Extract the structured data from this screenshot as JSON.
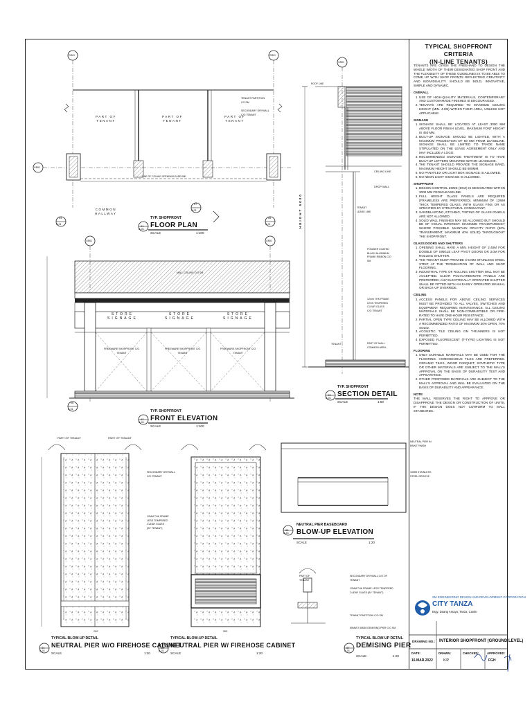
{
  "criteria": {
    "title_line1": "TYPICAL SHOPFRONT CRITERIA",
    "title_line2": "(IN-LINE TENANTS)",
    "intro": "TENANTS ARE GIVEN THE FREEHAND TO DESIGN THE WHOLE WIDTH OF THEIR DESIGNATED SHOP FRONT AND THE FLEXIBILITY OF THESE GUIDELINES IS TO BE ABLE TO COME UP WITH SHOP FRONTS REFLECTING CREATIVITY AND INDIVIDUALITY. SHOULD BE BOLD, INNOVATIVE, SIMPLE AND DYNAMIC.",
    "overall_h": "OVERALL",
    "overall": [
      "USE OF HIGH-QUALITY MATERIALS, CONTEMPORARY AND CUSTOM-MADE FINISHES IS ENCOURAGED.",
      "TENANTS ARE REQUIRED TO MAXIMIZE CEILING HEIGHT (MIN. 4.0M) WITHIN THEIR AREA, UNLESS NOT APPLICABLE."
    ],
    "signage_h": "SIGNAGE",
    "signage": [
      "SIGNAGE SHALL BE LOCATED AT LEAST 3000 MM ABOVE FLOOR FINISH LEVEL. MAXIMUM FONT HEIGHT IS 450 MM.",
      "BUILT-UP SIGNAGE SHOULD BE LIGHTED, WITH A MAXIMUM PROJECTION OF 50 MM FROM LEASELINE. SIGNAGE SHALL BE LIMITED TO TRADE NAME STIPULATED ON THE LEASE AGREEMENT ONLY AND MAY INCLUDE A LOGO.",
      "RECOMMENDED SIGNAGE TREATMENT IS TO HAVE BUILT-UP LETTERS MOUNTED WITHIN LEASELINE.",
      "THE TENANT SHOULD PROVIDE THE SIGNAGE BAND, MAXIMUM HEIGHT SHOULD BE 600MM.",
      "NO PANAFLEX OR LIGHT BOX SIGNAGE IS ALLOWED.",
      "NO NEON LIGHT SIGNAGE IS ALLOWED."
    ],
    "shopfront_h": "SHOPFRONT",
    "shopfront": [
      "DESIGN CONTROL ZONE (DCZ) IS DESIGNATED WITHIN 3000 MM FROM LEASELINE.",
      "FULL HEIGHT GLASS PANELS ARE REQUIRED (FRAMELESS ARE PREFERRED). MINIMUM OF 12MM THICK TEMPERED GLASS, WITH GLASS FINS OR AS SPECIFIED BY STRUCTURAL CONSULTANT.",
      "SANDBLASTING, ETCHING, TINTING OF GLASS PANELS ARE NOT ALLOWED.",
      "SOLID WALL FINISHES MAY BE ALLOWED BUT SHOULD BE OF VISUAL INTEREST. MAXIMIZE TRANSPARENCY WHERE POSSIBLE. MAINTAIN OPACITY RATIO (60% TRANSPARENT, MAXIMUM 40% SOLID) THROUGHOUT THE SHOPFRONT."
    ],
    "doors_h": "GLASS DOORS AND SHUTTERS",
    "doors": [
      "OPENING SHALL HAVE A MIN. HEIGHT OF 2.40M FOR DOUBLE OF SINGLE LEAF PIVOT DOORS OR 3.0M FOR ROLLING SHUTTER.",
      "THE TENANT MUST PROVIDE 3-5 MM STAINLESS STEEL STRIP AT THE TERMINATION OF WALL AND SHOP FLOORING.",
      "INDUSTRIAL TYPE OF ROLLING SHUTTER WILL NOT BE ACCEPTED. CLEAR POLYCARBONATE PANELS ARE PREFERRED. ANY ELECTRICALLY OPERATED SHUTTER SHALL BE FITTED WITH AN EASILY OPERATED MANUAL OR BACK-UP OVERRIDE."
    ],
    "ceiling_h": "CEILING",
    "ceiling": [
      "ACCESS PANELS FOR ABOVE CEILING SERVICES MUST BE PROVIDED TO ALL VALVES, SWITCHES AND EQUIPMENT REQUIRING MAINTENANCE. ALL CEILING MATERIALS SHALL BE NON-COMBUSTIBLE OR FIRE-RATED TO HAVE ONE-HOUR RESISTANCE.",
      "PARTIAL OPEN TYPE CEILING MAY BE ALLOWED WITH A RECOMMENDED RATIO OF MAXIMUM 30% OPEN, 70% SOLID.",
      "ACOUSTIC TILE CEILING ON T-RUNNERS IS NOT PERMITTED.",
      "EXPOSED FLUORESCENT (T-TYPE) LIGHTING IS NOT PERMITTED."
    ],
    "flooring_h": "FLOORING",
    "flooring": [
      "ONLY DURABLE MATERIALS MAY BE USED FOR THE FLOORING. HOMOGENOUS TILES ARE PREFERRED. CERAMIC TILES, WOOD PARQUET, SYNTHETIC TYPE OR OTHER MATERIALS ARE SUBJECT TO THE MALL'S APPROVAL ON THE BASIS OF DURABILITY TEST AND APPEARANCE.",
      "OTHER PROPOSED MATERIALS ARE SUBJECT TO THE MALL'S APPROVAL AND WILL BE EVALUATED ON THE BASIS OF DURABILITY AND APPEARANCE."
    ],
    "note_h": "NOTE:",
    "note": "THE MALL RESERVES THE RIGHT TO APPROVE OR DISAPPROVE THE DESIGN OR CONSTRUCTION OF UNITS, IF THE DESIGN DOES NOT CONFORM TO MALL STANDARDS."
  },
  "title_block": {
    "company": "SM ENGINEERING DESIGN AND DEVELOPMENT CORPORATION",
    "project": "CITY TANZA",
    "address": "Brgy. Daang Amaya, Tanza, Cavite",
    "drawing_no_label": "DRAWING NO.:",
    "drawing_title": "INTERIOR SHOPFRONT (GROUND LEVEL)",
    "date_label": "DATE:",
    "date": "16.MAR.2022",
    "drawn_label": "DRAWN:",
    "drawn": "KIP",
    "checked_label": "CHECKED:",
    "approved_label": "APPROVED:",
    "approved": "FGH"
  },
  "views": {
    "floor_plan": {
      "num": "01",
      "sheet": "A-01",
      "type": "TYP. SHOPFRONT",
      "name": "FLOOR PLAN",
      "scale": "SCALE",
      "ratio": "1:100"
    },
    "front_elev": {
      "num": "02",
      "sheet": "A-01",
      "type": "TYP. SHOPFRONT",
      "name": "FRONT ELEVATION",
      "scale": "SCALE",
      "ratio": "1:100"
    },
    "section": {
      "num": "03",
      "sheet": "A-01",
      "type": "TYP. SHOPFRONT",
      "name": "SECTION DETAIL",
      "scale": "SCALE",
      "ratio": "1:50"
    },
    "pier_wo": {
      "num": "04",
      "sheet": "A-01",
      "type": "TYPICAL BLOW-UP DETAIL",
      "name": "NEUTRAL PIER W/O FIREHOSE CABINET",
      "scale": "SCALE",
      "ratio": "1:20"
    },
    "pier_w": {
      "num": "05",
      "sheet": "A-01",
      "type": "TYPICAL BLOW-UP DETAIL",
      "name": "NEUTRAL PIER W/ FIREHOSE CABINET",
      "scale": "SCALE",
      "ratio": "1:20"
    },
    "blowup": {
      "num": "06",
      "sheet": "A-01",
      "type": "NEUTRAL PIER BASEBOARD",
      "name": "BLOW-UP ELEVATION",
      "scale": "SCALE",
      "ratio": "1:20"
    },
    "demising": {
      "num": "07",
      "sheet": "A-01",
      "type": "TYPICAL BLOW-UP DETAIL",
      "name": "DEMISING PIER",
      "scale": "SCALE",
      "ratio": "1:20"
    }
  },
  "plan_labels": {
    "grid": "GRID",
    "part_of_tenant": "PART OF\nTENANT",
    "common_hallway": "COMMON\nHALLWAY",
    "tenant_partition": "TENANT PARTITION\nCO SM",
    "secondary_drywall": "SECONDARY DRYWALL\nC/O TENANT",
    "leaseline": "LINE OF CEILING OPENING/LEASELINE",
    "d04": "04",
    "d05": "05",
    "d06": "06",
    "d07": "07",
    "a01": "A-01"
  },
  "elev_labels": {
    "store_signage": "STORE\nSIGNAGE",
    "freeware": "FREEWARE SHOPFRONT C/O\nTENANT",
    "ceiling_note": "MALL CEILING C/O SM"
  },
  "section_labels": {
    "roof_line": "ROOF LINE",
    "ceiling_line": "CEILING LINE",
    "drop_wall": "DROP WALL",
    "tenant_leaseline": "TENANT\nLEASE LINE",
    "powder_coated": "POWDER COATED\nBLACK ALUMINUM\nFRAME RIBBON C/O\nSM",
    "glass": "12mm THK FRAME\nLESS TEMPERED\nCLEAR GLASS\nC/O TENANT",
    "tenant_lbl": "TENANT",
    "common_area": "PART OF MALL\nCOMMON AREA",
    "height": "HEIGHT 5000"
  },
  "pier_labels": {
    "part_of_tenant": "PART OF TENANT",
    "secondary_drywall": "SECONDARY DRYWALL\nC/O TENANT",
    "glass": "12MM THK FRAME\nLESS TEMPERED\nCLEAR GLASS\n(BY TENANT)",
    "neutral_pier": "NEUTRAL PIER IN\nPAINT FINISH",
    "stainless": "10MM STAINLESS\nSTEEL GROOVE",
    "demising_part": "PART OF\nTENANT",
    "demising_drywall": "SECONDARY DRYWALL C/O OF\nTENANT",
    "demising_glass": "12MM THK FRAME LESS TEMPERED\nCLEAR GLASS (BY TENANT)",
    "tenant_partition": "TENANT PARTITION C/O SM",
    "demising_pier": "50MM X 50MM DEMISING PIER C/O SM",
    "dim_200": "200",
    "dim_300": "300"
  }
}
